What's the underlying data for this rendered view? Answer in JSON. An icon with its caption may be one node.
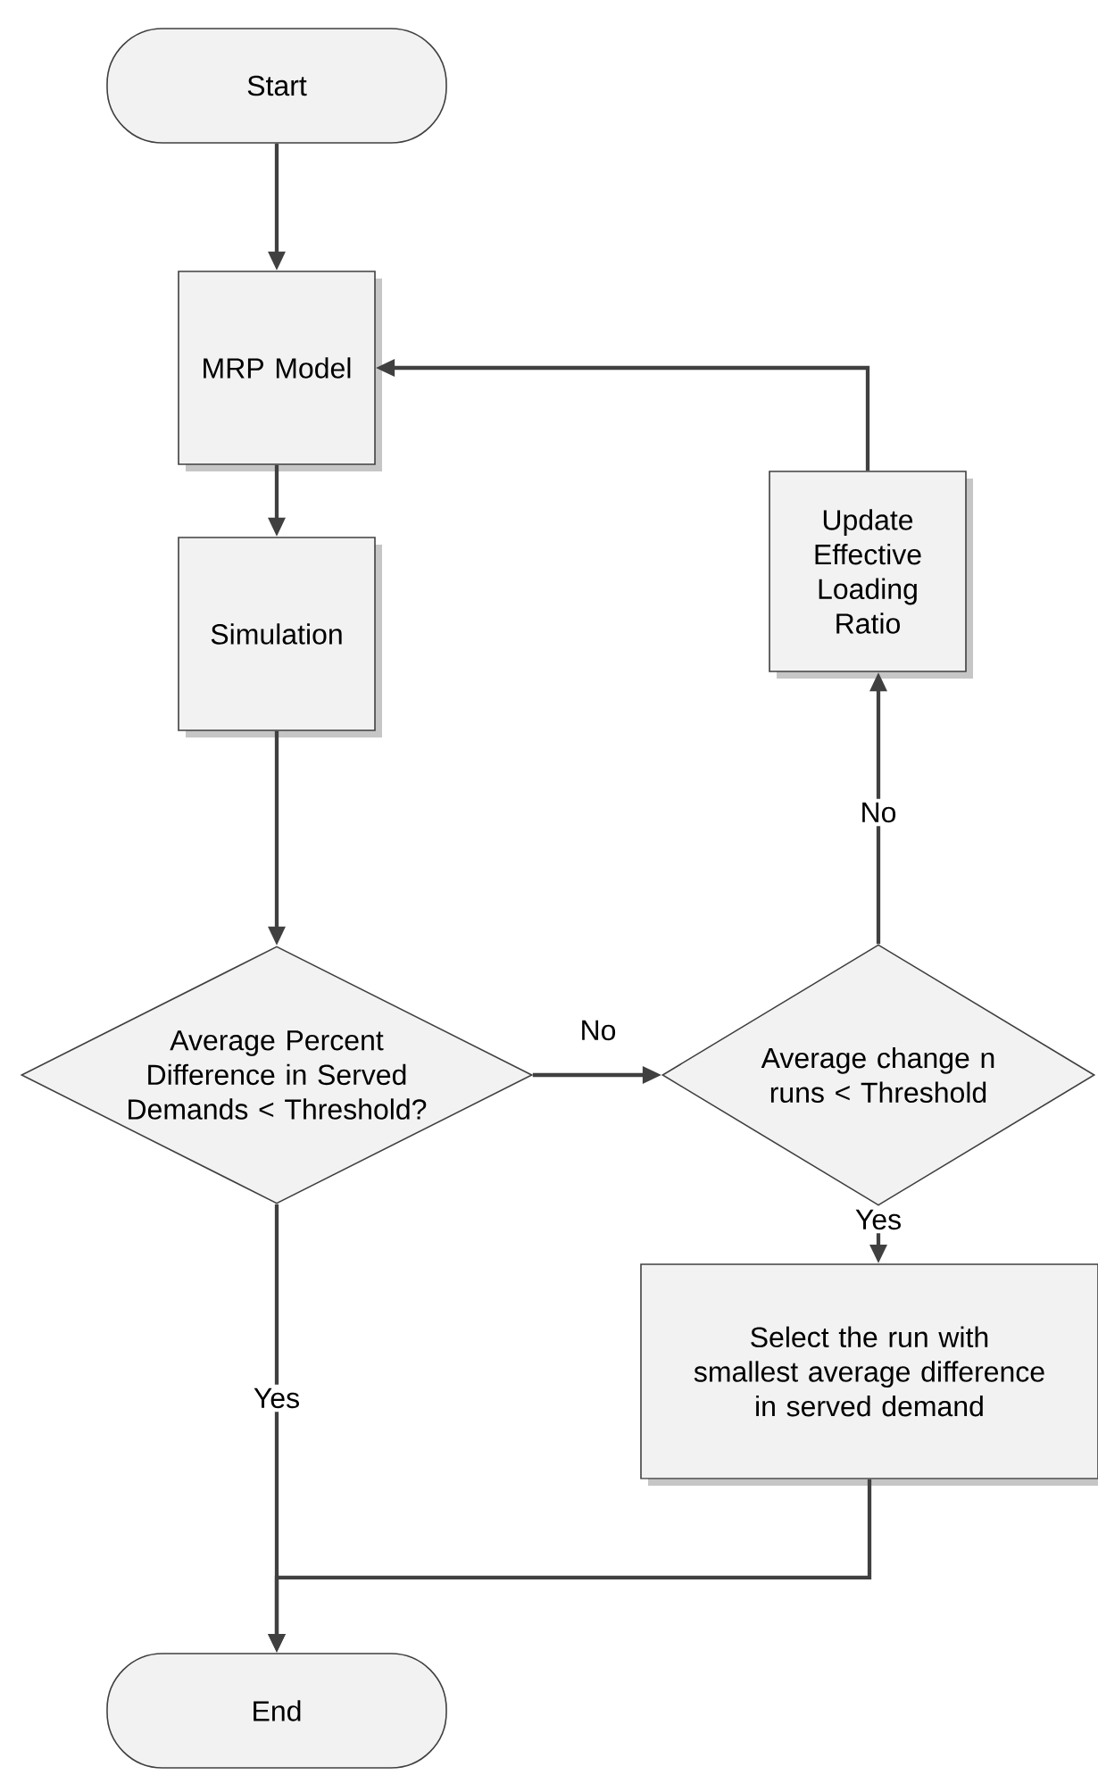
{
  "diagram": {
    "nodes": [
      {
        "text": [
          "Start"
        ]
      },
      {
        "text": [
          "MRP Model"
        ]
      },
      {
        "text": [
          "Simulation"
        ]
      },
      {
        "text": [
          "Average Percent Difference in Served Demands < Threshold?"
        ]
      },
      {
        "text": [
          "Average change n runs < Threshold"
        ]
      },
      {
        "text": [
          "Update Effective Loading Ratio"
        ]
      },
      {
        "text": [
          "Select the run with smallest average difference in served demand"
        ]
      },
      {
        "text": [
          "End"
        ]
      }
    ],
    "edges": [
      {
        "from": 0,
        "to": 1,
        "arrow": "to"
      },
      {
        "from": 1,
        "to": 2,
        "arrow": "to"
      },
      {
        "from": 2,
        "to": 3,
        "arrow": "to"
      },
      {
        "from": 3,
        "to": 4,
        "arrow": "to",
        "label": "No"
      },
      {
        "from": 4,
        "to": 5,
        "arrow": "to",
        "label": "No"
      },
      {
        "from": 5,
        "to": 1,
        "arrow": "to"
      },
      {
        "from": 4,
        "to": 6,
        "arrow": "to",
        "label": "Yes"
      },
      {
        "from": 3,
        "to": 7,
        "arrow": "to",
        "label": "Yes"
      },
      {
        "from": 6,
        "to": 7,
        "arrow": "to"
      }
    ]
  }
}
